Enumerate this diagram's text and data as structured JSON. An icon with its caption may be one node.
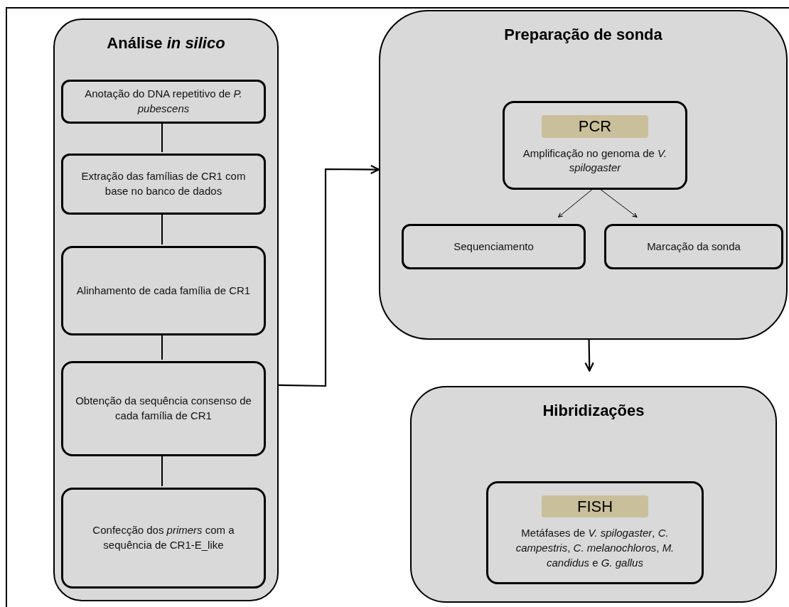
{
  "diagram": {
    "nodes": [
      {
        "text": [
          "Análise *in silico*"
        ]
      },
      {
        "text": [
          "Anotação do DNA repetitivo de *P. pubescens*"
        ],
        "in": 0
      },
      {
        "text": [
          "Extração das famílias de CR1 com base no banco de dados"
        ],
        "in": 0
      },
      {
        "text": [
          "Alinhamento de cada família de CR1"
        ],
        "in": 0
      },
      {
        "text": [
          "Obtenção da sequência consenso de cada família de CR1"
        ],
        "in": 0
      },
      {
        "text": [
          "Confecção dos *primers* com a sequência de CR1-E_like"
        ],
        "in": 0
      },
      {
        "text": [
          "Preparação de sonda"
        ]
      },
      {
        "text": [
          "PCR",
          "Amplificação no genoma de *V. spilogaster*"
        ],
        "in": 6
      },
      {
        "text": [
          "Sequenciamento"
        ],
        "in": 6
      },
      {
        "text": [
          "Marcação da sonda"
        ],
        "in": 6
      },
      {
        "text": [
          "Hibridizações"
        ]
      },
      {
        "text": [
          "FISH",
          "Metáfases de *V. spilogaster*, *C. campestris*, *C. melanochloros*, *M. candidus* e *G. gallus*"
        ],
        "in": 10
      }
    ],
    "edges": [
      {
        "from": 1,
        "to": 2,
        "arrow": "none"
      },
      {
        "from": 2,
        "to": 3,
        "arrow": "none"
      },
      {
        "from": 3,
        "to": 4,
        "arrow": "none"
      },
      {
        "from": 4,
        "to": 5,
        "arrow": "none"
      },
      {
        "from": 0,
        "to": 6,
        "arrow": "to"
      },
      {
        "from": 7,
        "to": 8,
        "arrow": "to"
      },
      {
        "from": 7,
        "to": 9,
        "arrow": "to"
      },
      {
        "from": 6,
        "to": 10,
        "arrow": "to"
      }
    ]
  }
}
